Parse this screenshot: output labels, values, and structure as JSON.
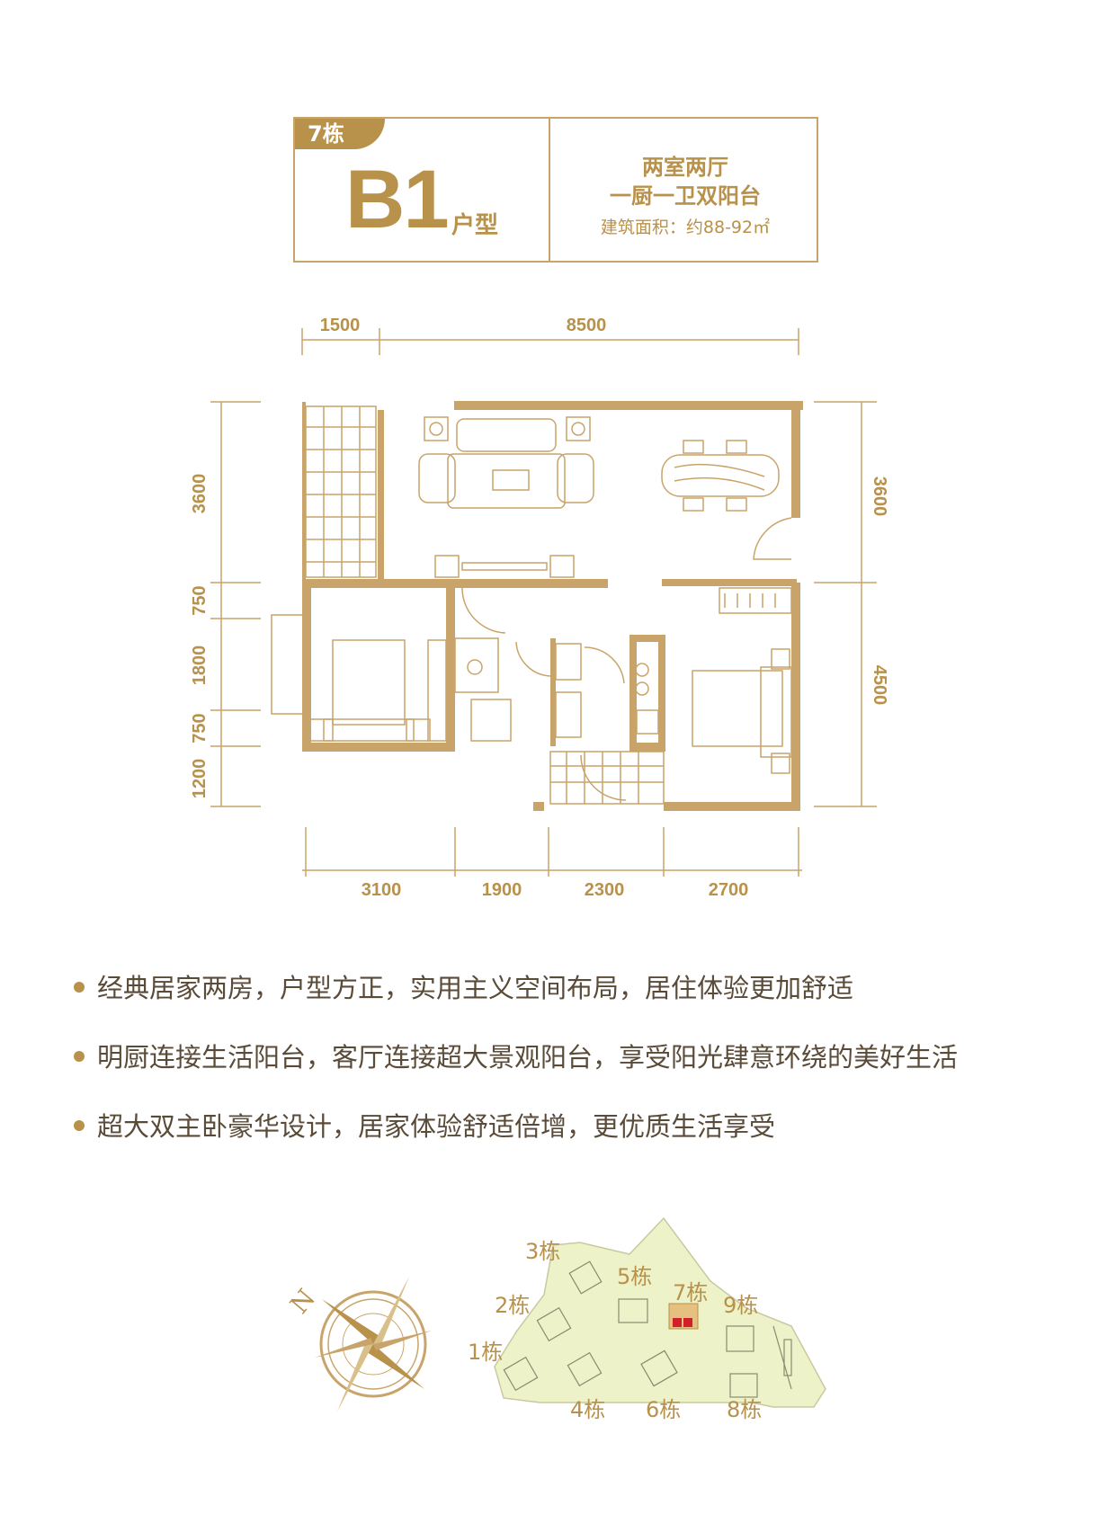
{
  "header": {
    "building_tag": "7栋",
    "unit_code": "B1",
    "unit_suffix": "户型",
    "layout_line1": "两室两厅",
    "layout_line2": "一厨一卫双阳台",
    "area_text": "建筑面积：约88-92㎡"
  },
  "dimensions": {
    "top": [
      "1500",
      "8500"
    ],
    "bottom": [
      "3100",
      "1900",
      "2300",
      "2700"
    ],
    "left": [
      "3600",
      "750",
      "1800",
      "750",
      "1200"
    ],
    "right": [
      "3600",
      "4500"
    ]
  },
  "features": [
    "经典居家两房，户型方正，实用主义空间布局，居住体验更加舒适",
    "明厨连接生活阳台，客厅连接超大景观阳台，享受阳光肆意环绕的美好生活",
    "超大双主卧豪华设计，居家体验舒适倍增，更优质生活享受"
  ],
  "site_plan": {
    "buildings": [
      "3栋",
      "5栋",
      "7栋",
      "2栋",
      "9栋",
      "1栋",
      "4栋",
      "6栋",
      "8栋"
    ],
    "compass_letter": "N"
  },
  "colors": {
    "accent": "#b8914a",
    "line": "#c9a46a",
    "site_fill": "#eef2c8",
    "highlight": "#d0202a"
  }
}
